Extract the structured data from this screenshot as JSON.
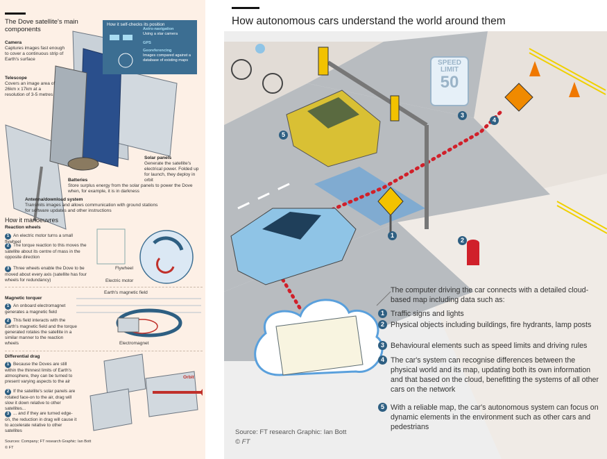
{
  "left": {
    "title": "The Dove satellite's main components",
    "components": [
      {
        "name": "Camera",
        "desc": "Captures images fast enough to cover a continuous strip of Earth's surface"
      },
      {
        "name": "Telescope",
        "desc": "Covers an image area of 26km x 17km at a resolution of 3-5 metres"
      },
      {
        "name": "Solar panels",
        "desc": "Generate the satellite's electrical power. Folded up for launch, they deploy in orbit"
      },
      {
        "name": "Batteries",
        "desc": "Store surplus energy from the solar panels to power the Dove when, for example, it is in darkness"
      },
      {
        "name": "Antenna/download system",
        "desc": "Transmits images and allows communication with ground stations for software updates and other instructions"
      }
    ],
    "inset": {
      "heading": "How it self-checks its position",
      "rows": [
        {
          "name": "Astro-navigation",
          "desc": "Using a star camera"
        },
        {
          "name": "GPS",
          "desc": ""
        },
        {
          "name": "Georeferencing",
          "desc": "Images compared against a database of existing maps"
        }
      ]
    },
    "manoeuvres_title": "How it manoeuvres",
    "reaction": {
      "title": "Reaction wheels",
      "items": [
        "An electric motor turns a small flywheel",
        "The torque reaction to this moves the satellite about its centre of mass in the opposite direction",
        "Three wheels enable the Dove to be moved about every axis (satellite has four wheels for redundancy)"
      ],
      "flywheel_label": "Flywheel",
      "motor_label": "Electric motor"
    },
    "magnetic": {
      "title": "Magnetic torquer",
      "items": [
        "An onboard electromagnet generates a magnetic field",
        "This field interacts with the Earth's magnetic field and the torque generated rotates the satellite in a similar manner to the reaction wheels"
      ],
      "field_label": "Earth's magnetic field",
      "magnet_label": "Electromagnet"
    },
    "drag": {
      "title": "Differential drag",
      "items": [
        "Because the Doves are still within the thinnest limits of Earth's atmosphere, they can be turned to present varying aspects to the air",
        "If the satellite's solar panels are rotated face-on to the air, drag will slow it down relative to other satellites...",
        "... and if they are turned edge-on, the reduction in drag will cause it to accelerate relative to other satellites"
      ],
      "orbit_label": "Orbit"
    },
    "sources": "Sources: Company; FT research   Graphic: Ian Bott",
    "copyright": "© FT"
  },
  "right": {
    "title": "How autonomous cars understand the world around them",
    "sign_text": [
      "SPEED",
      "LIMIT",
      "50"
    ],
    "intro": "The computer driving the car connects with a detailed cloud-based map including data such as:",
    "legend": [
      {
        "num": "1",
        "text": "Traffic signs and lights"
      },
      {
        "num": "2",
        "text": "Physical objects including buildings, fire hydrants, lamp posts"
      },
      {
        "num": "3",
        "text": "Behavioural elements such as speed limits and driving rules"
      },
      {
        "num": "4",
        "text": "The car's system can recognise differences between the physical world and its map, updating both its own information and that based on the cloud, benefitting the systems of all other cars on the network"
      },
      {
        "num": "5",
        "text": "With a reliable map, the car's autonomous system can focus on dynamic elements in the environment such as other cars and pedestrians"
      }
    ],
    "source": "Source: FT research   Graphic: Ian Bott",
    "copyright": "© FT"
  },
  "colors": {
    "left_bg": "#fdf0e6",
    "inset_bg": "#3c6e92",
    "badge": "#2e5f82",
    "dots": "#d0202a",
    "road": "#b8bcc0",
    "car_blue": "#8fc4e6",
    "car_yellow": "#d9c034"
  }
}
